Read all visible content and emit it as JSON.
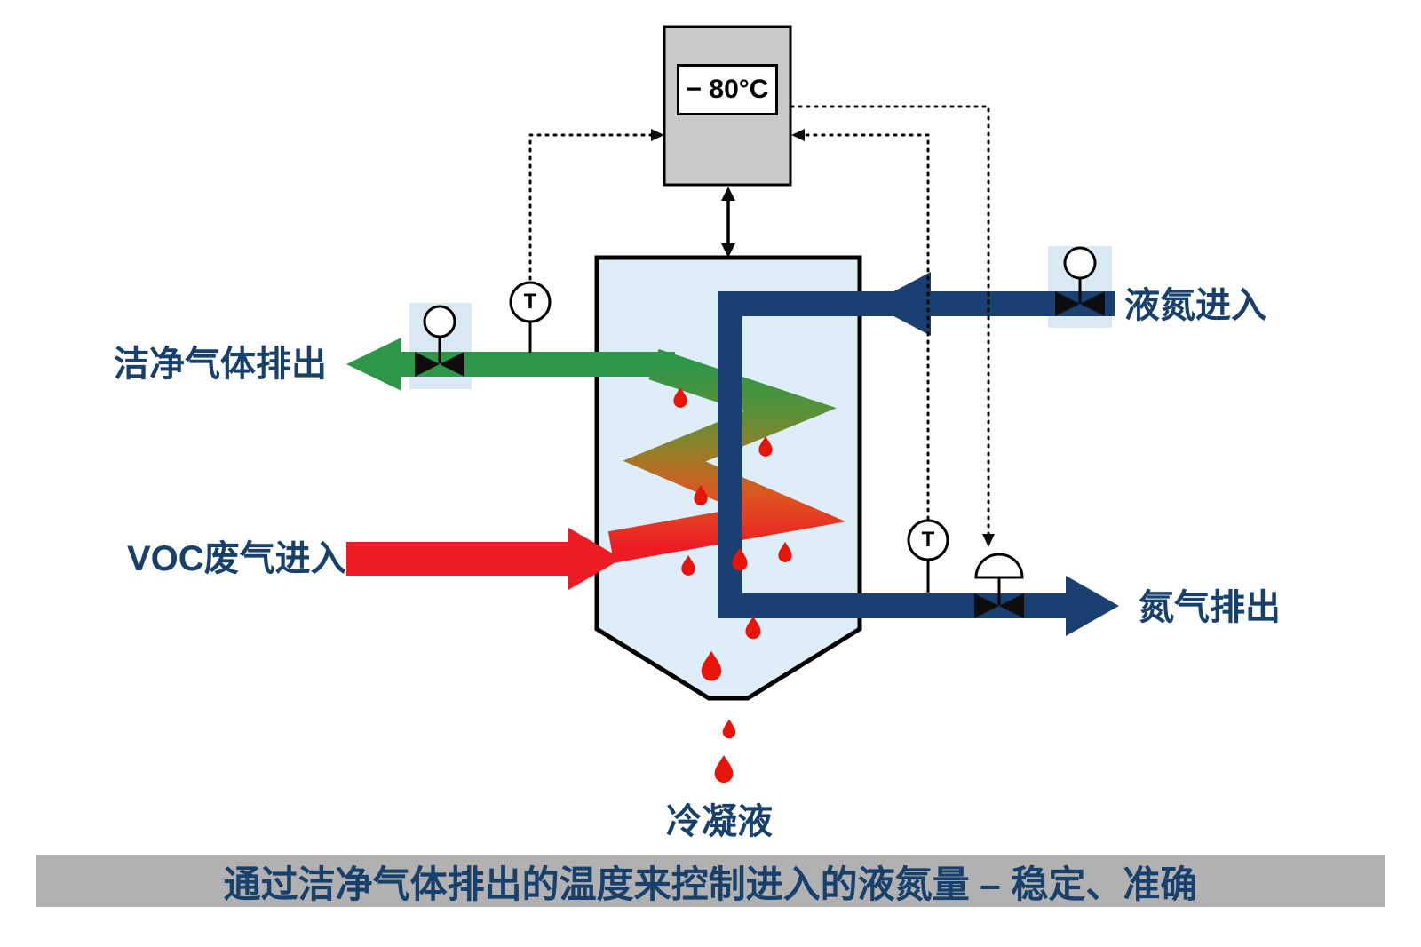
{
  "diagram": {
    "controller": {
      "display_value": "− 80°C"
    },
    "sensors": {
      "temperature_symbol": "T"
    },
    "labels": {
      "clean_gas_out": "洁净气体排出",
      "voc_in": "VOC废气进入",
      "ln2_in": "液氮进入",
      "n2_out": "氮气排出",
      "condensate": "冷凝液"
    },
    "caption": "通过洁净气体排出的温度来控制进入的液氮量 – 稳定、准确"
  },
  "colors": {
    "navy_pipe": "#1a4071",
    "green_pipe": "#2d9647",
    "red_pipe": "#ed1c24",
    "droplet": "#e81309",
    "vessel_fill": "#ddeef8",
    "valve_bg": "#d9e9f4",
    "controller_fill": "#c9c9c9",
    "caption_bg": "#b1b1b1",
    "label_text": "#17406d"
  }
}
